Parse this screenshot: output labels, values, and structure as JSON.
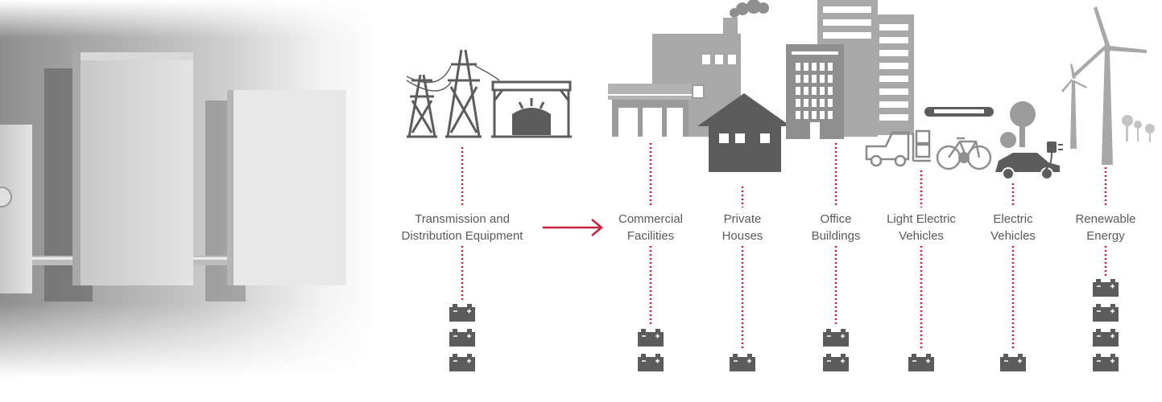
{
  "colors": {
    "accent": "#c8203f",
    "icon_dark": "#5c5c5c",
    "icon_mid": "#9b9b9b",
    "icon_light": "#c4c4c4",
    "label_text": "#5a5a5a"
  },
  "photo": {
    "subject": "utility-cabinets-photo"
  },
  "sectors": [
    {
      "id": "transmission",
      "label_lines": [
        "Transmission and",
        "Distribution Equipment"
      ],
      "battery_count": 3
    },
    {
      "id": "commercial",
      "label_lines": [
        "Commercial",
        "Facilities"
      ],
      "battery_count": 2
    },
    {
      "id": "private-houses",
      "label_lines": [
        "Private",
        "Houses"
      ],
      "battery_count": 1
    },
    {
      "id": "office-buildings",
      "label_lines": [
        "Office",
        "Buildings"
      ],
      "battery_count": 2
    },
    {
      "id": "light-ev",
      "label_lines": [
        "Light Electric",
        "Vehicles"
      ],
      "battery_count": 1
    },
    {
      "id": "ev",
      "label_lines": [
        "Electric",
        "Vehicles"
      ],
      "battery_count": 1
    },
    {
      "id": "renewable",
      "label_lines": [
        "Renewable",
        "Energy"
      ],
      "battery_count": 4
    }
  ]
}
